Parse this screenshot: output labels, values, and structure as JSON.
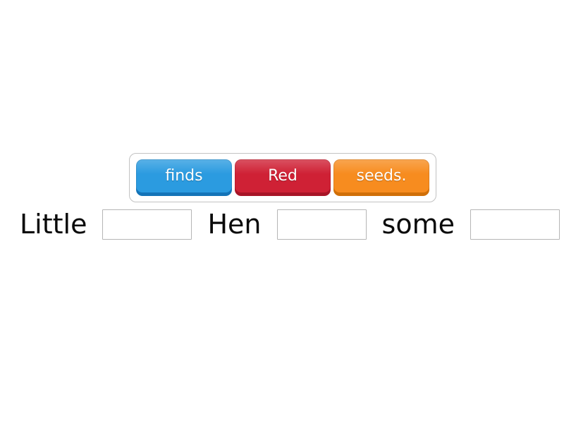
{
  "activity": {
    "kind": "missing-word-exercise",
    "page_background": "#ffffff"
  },
  "word_bank": {
    "border_color": "#c2c2c2",
    "chips": [
      {
        "label": "finds",
        "color": "#2b9be0",
        "edge_color": "#1474b8"
      },
      {
        "label": "Red",
        "color": "#cf2135",
        "edge_color": "#a81527"
      },
      {
        "label": "seeds.",
        "color": "#f78c1f",
        "edge_color": "#d06f08"
      }
    ]
  },
  "sentence": {
    "blank_border_color": "#b5b5b5",
    "tokens": [
      {
        "type": "word",
        "text": "Little"
      },
      {
        "type": "blank",
        "text": ""
      },
      {
        "type": "word",
        "text": "Hen"
      },
      {
        "type": "blank",
        "text": ""
      },
      {
        "type": "word",
        "text": "some"
      },
      {
        "type": "blank",
        "text": ""
      }
    ]
  }
}
